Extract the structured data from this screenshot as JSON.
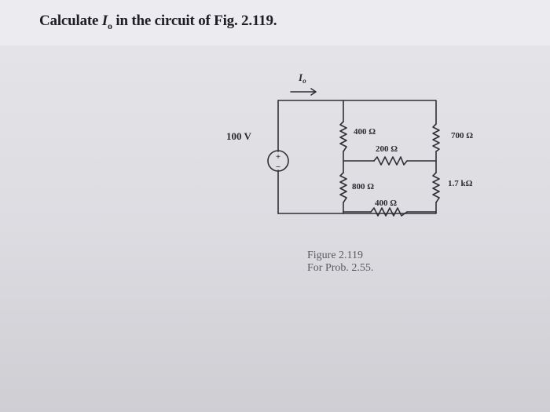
{
  "problem": {
    "prefix": "Calculate ",
    "var_symbol": "I",
    "var_sub": "o",
    "suffix": " in the circuit of Fig. 2.119."
  },
  "circuit": {
    "current_symbol": "I",
    "current_sub": "o",
    "source_label": "100 V",
    "source_plus": "+",
    "source_minus": "−",
    "r_400_top": "400 Ω",
    "r_200": "200 Ω",
    "r_800": "800 Ω",
    "r_400_bottom": "400 Ω",
    "r_700": "700 Ω",
    "r_1_7k": "1.7 kΩ"
  },
  "caption": {
    "figure": "Figure 2.119",
    "problem_ref": "For Prob. 2.55."
  }
}
